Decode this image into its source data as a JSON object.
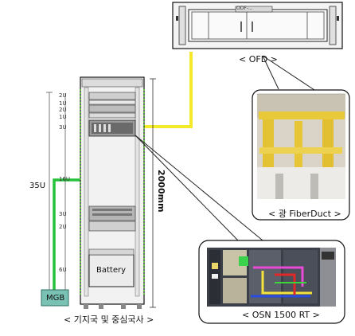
{
  "ofd": {
    "label_plate": "ODF-...",
    "caption": "< OFD >"
  },
  "fiberduct": {
    "caption": "< 광 FiberDuct >"
  },
  "osn": {
    "caption": "< OSN 1500 RT >"
  },
  "rack": {
    "caption": "< 기지국 및 중심국사 >",
    "height_label": "2000mm",
    "units_label": "35U",
    "battery_label": "Battery",
    "mgb_label": "MGB",
    "unit_marks": [
      "2U",
      "1U",
      "2U",
      "1U",
      "3U",
      "16U",
      "3U",
      "2U",
      "6U"
    ]
  }
}
